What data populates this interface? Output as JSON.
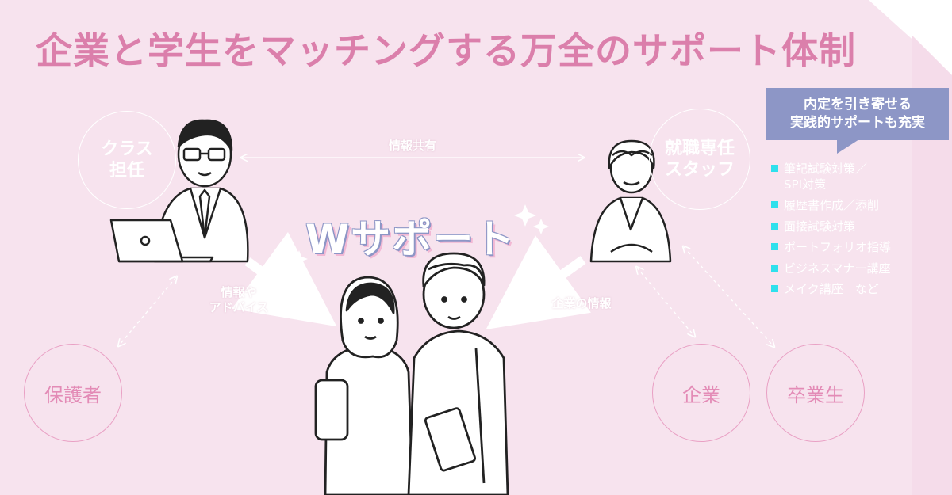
{
  "title": "企業と学生をマッチングする万全のサポート体制",
  "center_label": "Wサポート",
  "nodes": {
    "homeroom": "クラス\n担任",
    "career_staff": "就職専任\nスタッフ",
    "guardian": "保護者",
    "company": "企業",
    "graduate": "卒業生"
  },
  "edges": {
    "info_sharing": "情報共有",
    "info_advice": "情報や\nアドバイス",
    "company_info": "企業の情報"
  },
  "callout": "内定を引き寄せる\n実践的サポートも充実",
  "support_items": [
    "筆記試験対策／\nSPI対策",
    "履歴書作成／添削",
    "面接試験対策",
    "ポートフォリオ指導",
    "ビジネスマナー講座",
    "メイク講座　など"
  ],
  "colors": {
    "background": "#f7e3ee",
    "title": "#db7fab",
    "callout": "#8d96c6",
    "bullet": "#2fe0ec"
  }
}
